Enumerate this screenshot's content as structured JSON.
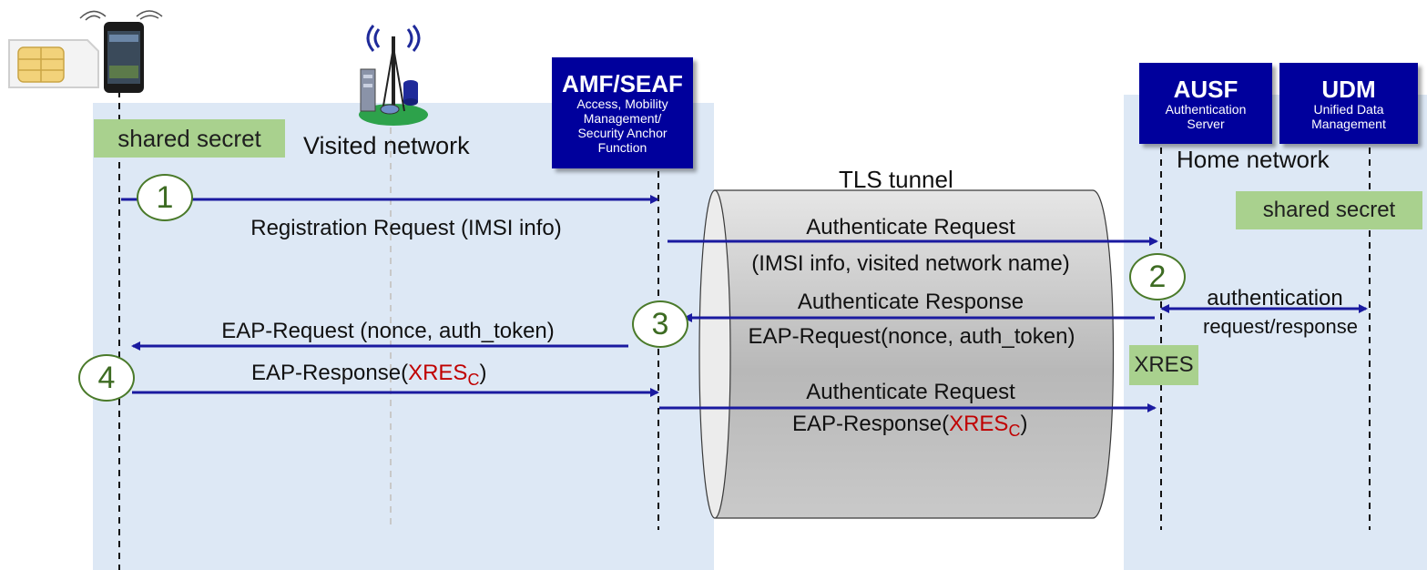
{
  "title_regions": {
    "visited": "Visited network",
    "home": "Home network"
  },
  "shared_secret_left": "shared secret",
  "shared_secret_right": "shared secret",
  "xres_badge": "XRES",
  "tls_label": "TLS tunnel",
  "entities": {
    "amf": {
      "title": "AMF/SEAF",
      "subtitle": "Access, Mobility Management/ Security Anchor Function"
    },
    "ausf": {
      "title": "AUSF",
      "subtitle": "Authentication Server"
    },
    "udm": {
      "title": "UDM",
      "subtitle": "Unified Data Management"
    }
  },
  "steps": [
    "1",
    "2",
    "3",
    "4"
  ],
  "messages": {
    "m1": "Registration Request (IMSI info)",
    "m2_line1": "Authenticate Request",
    "m2_line2": "(IMSI info, visited network name)",
    "m_udm_line1": "authentication",
    "m_udm_line2": "request/response",
    "m3_line1": "Authenticate Response",
    "m3_line2": "EAP-Request(nonce, auth_token)",
    "m3_left": "EAP-Request (nonce, auth_token)",
    "m4_left_prefix": "EAP-Response(",
    "m4_xres": "XRES",
    "m4_sub": "C",
    "m4_suffix": ")",
    "m5_line1": "Authenticate Request",
    "m5_prefix": "EAP-Response(",
    "m5_xres": "XRES",
    "m5_sub": "C",
    "m5_suffix": ")"
  },
  "colors": {
    "arrow": "#1a1aa0",
    "entity_box": "#00009c",
    "region": "#dde8f5",
    "green_label": "#a9d18e",
    "xres_red": "#c00000",
    "step_circle": "#4a7a2a"
  }
}
